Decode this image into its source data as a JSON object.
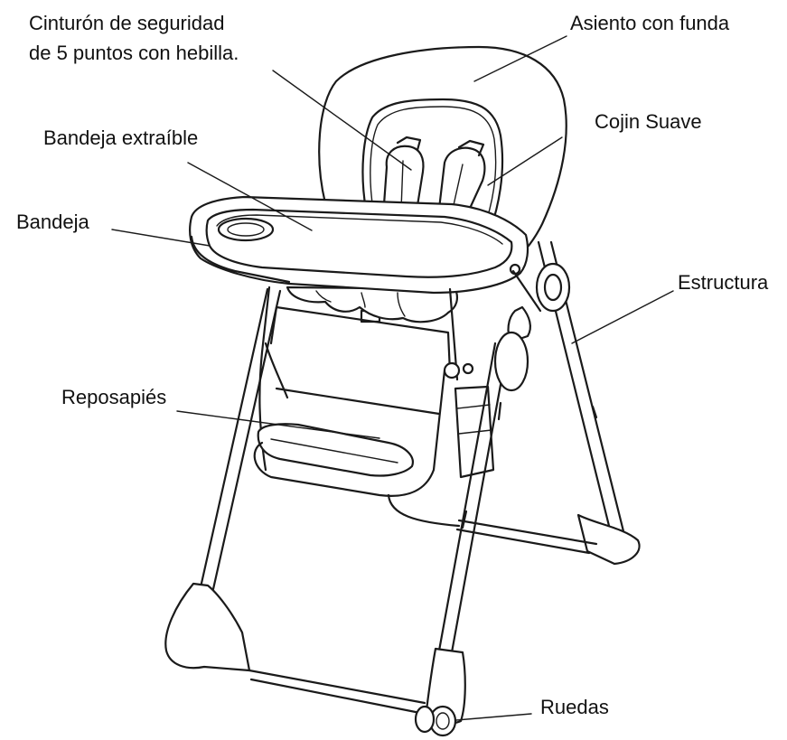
{
  "labels": {
    "harness_line1": "Cinturón de seguridad",
    "harness_line2": "de 5 puntos con hebilla.",
    "seat_cover": "Asiento con funda",
    "soft_cushion": "Cojin Suave",
    "removable_tray": "Bandeja extraíble",
    "tray": "Bandeja",
    "frame": "Estructura",
    "footrest": "Reposapiés",
    "wheels": "Ruedas"
  },
  "colors": {
    "line": "#1a1a1a",
    "background": "#ffffff",
    "text": "#111111"
  }
}
